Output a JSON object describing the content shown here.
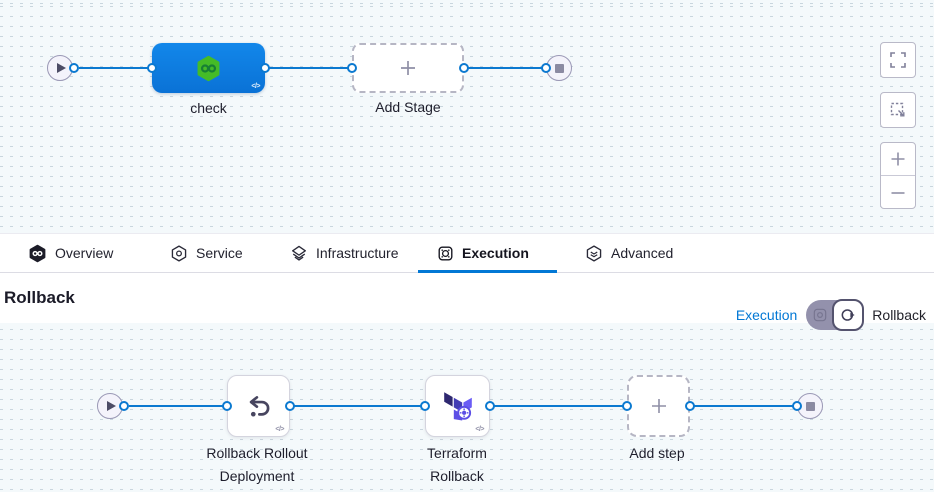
{
  "stage_canvas": {
    "stage": {
      "label": "check",
      "code_glyph": "</>",
      "icon": "harness-ci-green-hexagon-icon"
    },
    "add_stage": {
      "label": "Add Stage",
      "icon": "plus-icon"
    },
    "controls": [
      {
        "icon": "fullscreen-icon"
      },
      {
        "icon": "fit-selection-icon"
      },
      {
        "icon": "zoom-in-icon"
      },
      {
        "icon": "zoom-out-icon"
      }
    ]
  },
  "tabs": [
    {
      "label": "Overview",
      "icon": "harness-hexagon-icon",
      "active": false
    },
    {
      "label": "Service",
      "icon": "service-hexagon-icon",
      "active": false
    },
    {
      "label": "Infrastructure",
      "icon": "infrastructure-diamond-icon",
      "active": false
    },
    {
      "label": "Execution",
      "icon": "execution-gear-icon",
      "active": true
    },
    {
      "label": "Advanced",
      "icon": "advanced-hexagon-icon",
      "active": false
    }
  ],
  "rollback_section": {
    "title": "Rollback",
    "mode_switch": {
      "left_label": "Execution",
      "right_label": "Rollback",
      "state": "Rollback"
    },
    "steps": [
      {
        "name": "Rollback Rollout Deployment",
        "label_lines": [
          "Rollback Rollout",
          "Deployment"
        ],
        "code_glyph": "</>",
        "icon": "undo-arrow-icon"
      },
      {
        "name": "Terraform Rollback",
        "label_lines": [
          "Terraform",
          "Rollback"
        ],
        "code_glyph": "</>",
        "icon": "terraform-logo-icon"
      }
    ],
    "add_step": {
      "label": "Add step",
      "icon": "plus-icon"
    }
  },
  "colors": {
    "accent_blue": "#0278d5",
    "node_blue": "#0a7de2",
    "connector_blue": "#0b79d0",
    "harness_green": "#45bb27",
    "terraform_purple": "#5c4ee5",
    "canvas_bg": "#f4f9fb",
    "canvas_dot": "#c9d6de",
    "toggle_track": "#9391ac"
  }
}
